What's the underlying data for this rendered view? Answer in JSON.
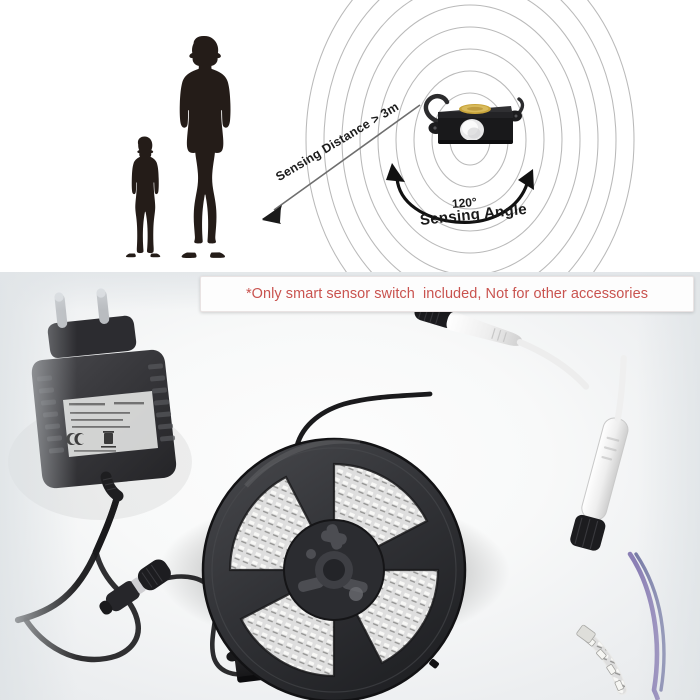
{
  "product": {
    "name": "smart sensor switch",
    "type": "PIR motion sensor switch for LED strip"
  },
  "diagram": {
    "sensing_distance_label": "Sensing Distance > 3m",
    "sensing_angle_label": "Sensing Angle",
    "angle_degrees": "120°",
    "ring_count": 9,
    "figures": [
      {
        "name": "child-silhouette",
        "label": "child"
      },
      {
        "name": "adult-silhouette",
        "label": "adult woman"
      }
    ],
    "device": {
      "name": "sensor-module",
      "lens": "PIR dome lens",
      "badge": "brand label"
    }
  },
  "notice": {
    "text": "*Only smart sensor switch  included, Not for other accessories",
    "color": "#c9534f"
  },
  "photo": {
    "background_color": "#e2e5e7",
    "items": [
      {
        "name": "power-adapter",
        "label": "DC power adapter"
      },
      {
        "name": "dc-barrel-connector",
        "label": "DC barrel connector"
      },
      {
        "name": "sensor-switch-module",
        "label": "smart sensor switch"
      },
      {
        "name": "white-dc-jack",
        "label": "white DC jack connector"
      },
      {
        "name": "led-strip-reel",
        "label": "LED strip reel"
      },
      {
        "name": "inline-controller",
        "label": "inline controller"
      },
      {
        "name": "led-strip-tail",
        "label": "LED strip tail"
      }
    ]
  },
  "colors": {
    "notice_red": "#c9534f",
    "silhouette": "#241c18",
    "device_black": "#1c1c1e",
    "badge_gold": "#c8a43a",
    "panel_bg": "#ffffff",
    "photo_bg": "#e2e5e7",
    "ring_stroke": "#b9b9b9"
  }
}
